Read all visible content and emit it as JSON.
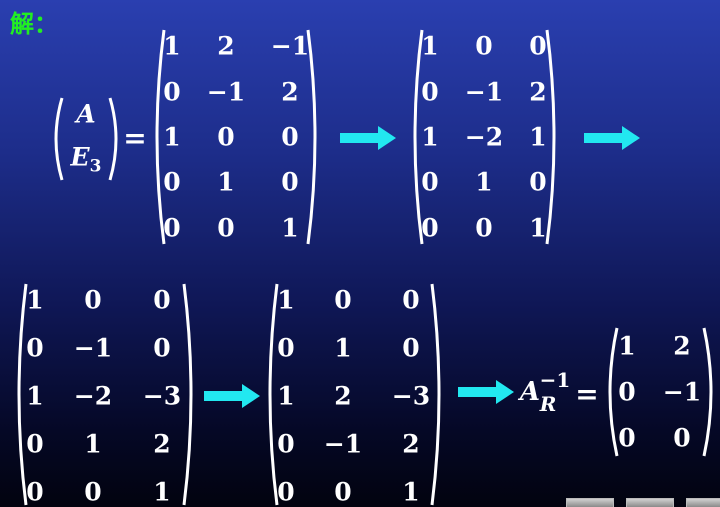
{
  "heading": "解：",
  "block_vector": {
    "top": "A",
    "bottom": "E",
    "bottom_sub": "3"
  },
  "equals": "=",
  "matrices": [
    [
      [
        "1",
        "2",
        "−1"
      ],
      [
        "0",
        "−1",
        "2"
      ],
      [
        "1",
        "0",
        "0"
      ],
      [
        "0",
        "1",
        "0"
      ],
      [
        "0",
        "0",
        "1"
      ]
    ],
    [
      [
        "1",
        "0",
        "0"
      ],
      [
        "0",
        "−1",
        "2"
      ],
      [
        "1",
        "−2",
        "1"
      ],
      [
        "0",
        "1",
        "0"
      ],
      [
        "0",
        "0",
        "1"
      ]
    ],
    [
      [
        "1",
        "0",
        "0"
      ],
      [
        "0",
        "−1",
        "0"
      ],
      [
        "1",
        "−2",
        "−3"
      ],
      [
        "0",
        "1",
        "2"
      ],
      [
        "0",
        "0",
        "1"
      ]
    ],
    [
      [
        "1",
        "0",
        "0"
      ],
      [
        "0",
        "1",
        "0"
      ],
      [
        "1",
        "2",
        "−3"
      ],
      [
        "0",
        "−1",
        "2"
      ],
      [
        "0",
        "0",
        "1"
      ]
    ]
  ],
  "result": {
    "base": "A",
    "sub": "R",
    "sup": "−1",
    "matrix": [
      [
        "1",
        "2"
      ],
      [
        "0",
        "−1"
      ],
      [
        "0",
        "0"
      ]
    ]
  },
  "colors": {
    "heading": "#22ee22",
    "arrow": "#22e8f0",
    "text": "#ffffff"
  },
  "icons": [
    "right-arrow-icon"
  ]
}
